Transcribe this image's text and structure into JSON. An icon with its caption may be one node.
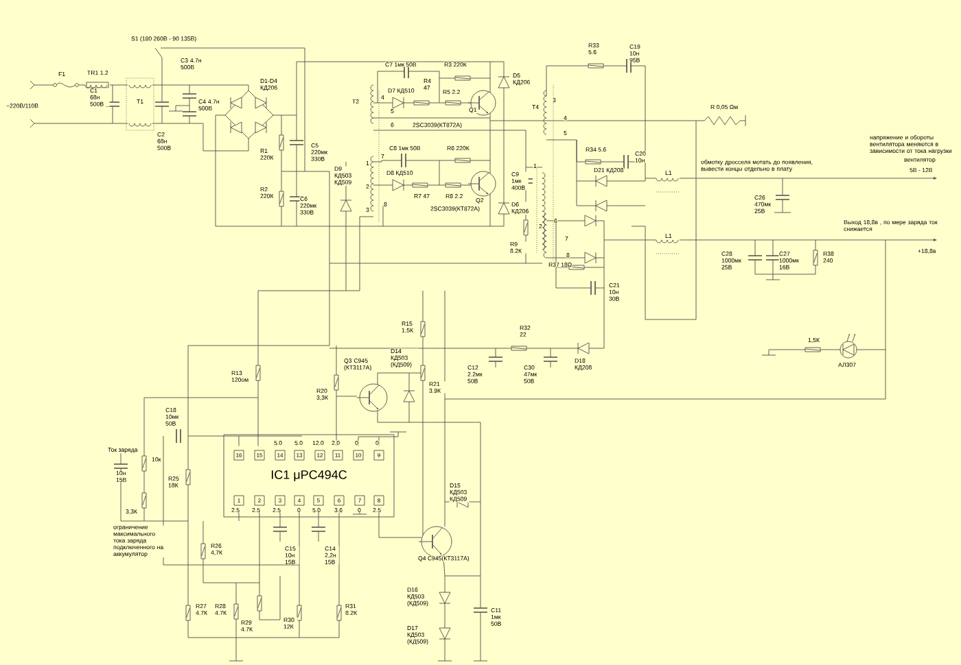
{
  "diagram": {
    "nodes": [
      {
        "text": [
          "IC1 μPC494C"
        ]
      }
    ],
    "labels": [
      "S1 (180 260В - 90 135В)",
      "F1",
      "TR1 1.2",
      "~220В/110В",
      "C1 68н 500В",
      "T1",
      "C2 68н 500В",
      "C3 4.7н 500В",
      "C4 4.7н 500В",
      "D1-D4 КД206",
      "R1 220К",
      "C5 220мк 330В",
      "R2 220К",
      "C6 220мк 330В",
      "C7 1мк 50В",
      "R3 220К",
      "D5 КД206",
      "D7 КД510",
      "R4 47",
      "R5 2.2",
      "T2",
      "4",
      "5",
      "Q1",
      "6",
      "2SC3039(КТ872А)",
      "R33 5.6",
      "C19 10н 95В",
      "T4",
      "3",
      "4",
      "5",
      "R 0,05 Ωм",
      "напряжение и обороты вентилятора меняются в зависимости от тока нагрузки",
      "C8 1мк 50В",
      "R6 220К",
      "7",
      "1",
      "D9 КД503 КД509",
      "D8 КД510",
      "R34 5.6",
      "C20 10н",
      "D21 КД208",
      "вентилятор",
      "5В - 12В",
      "обмотку дросселя мотать до появления, вывести концы отдельно в плату",
      "L1",
      "C9 1мк 400В",
      "1",
      "2",
      "R7 47",
      "R8 2.2",
      "Q2",
      "3",
      "8",
      "2SC3039(КТ872А)",
      "D6 КД206",
      "C26 470мк 25В",
      "Выход 18,8в , по мере заряда ток снижается",
      "6",
      "2",
      "L1",
      "7",
      "R9 8.2К",
      "+18,8в",
      "C28 1000мк 25В",
      "C27 1000мк 16В",
      "R38 240",
      "8",
      "R37 18Ω",
      "C21 10н 30В",
      "R15 1.5К",
      "R32 22",
      "1,5К",
      "АЛ307",
      "D14 КД503 (КД509)",
      "Q3 C945 (КТ3117А)",
      "C12 2.2мк 50В",
      "C30 47мк 50В",
      "D18 КД208",
      "R13 120ом",
      "R20 3,3К",
      "R21 3.9К",
      "C18 10мк 50В",
      "Ток заряда",
      "5.0",
      "5.0",
      "12.0",
      "2.0",
      "0",
      "0",
      "16",
      "15",
      "14",
      "13",
      "12",
      "11",
      "10",
      "9",
      "10к",
      "10н 15В",
      "R25 18К",
      "1",
      "2",
      "3",
      "4",
      "5",
      "6",
      "7",
      "8",
      "3,3К",
      "2.5",
      "2.5",
      "2.5",
      "0",
      "5.0",
      "3.6",
      "0",
      "2.5",
      "ограничение максимального тока заряда подключенного на аккумулятор",
      "R26 4,7К",
      "C15 10н 15В",
      "C14 2,2н 15В",
      "D15 КД503 КД509",
      "Q4 C945(КТ3117А)",
      "R27 4.7К",
      "R28 4.7К",
      "R29 4.7К",
      "R30 12К",
      "R31 8.2К",
      "D16 КД503 (КД509)",
      "C11 1мк 50В",
      "D17 КД503 (КД509)"
    ]
  }
}
